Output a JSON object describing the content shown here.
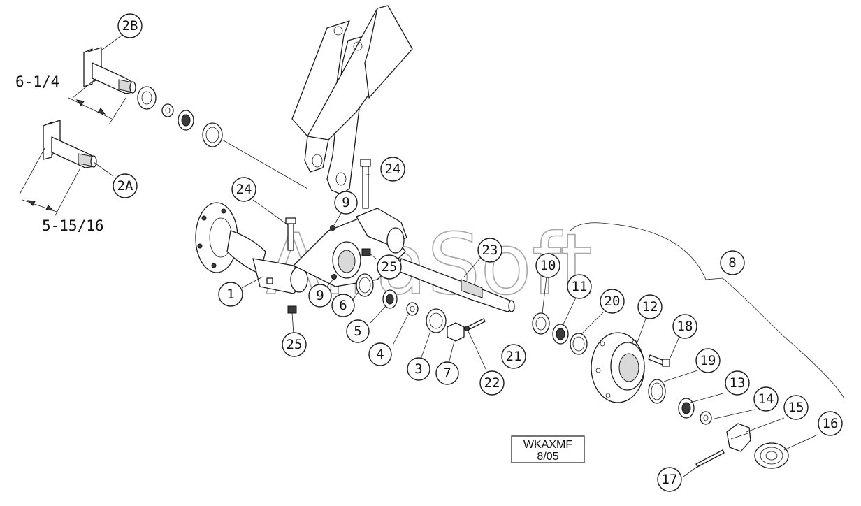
{
  "diagram": {
    "watermark": "AlfaSoft",
    "stamp": {
      "line1": "WKAXMF",
      "line2": "8/05"
    },
    "dimensions": {
      "dim_2b": "6-1/4",
      "dim_2a": "5-15/16"
    },
    "callouts": {
      "c1": "1",
      "c2a": "2A",
      "c2b": "2B",
      "c3": "3",
      "c4": "4",
      "c5": "5",
      "c6": "6",
      "c7": "7",
      "c8": "8",
      "c9a": "9",
      "c9b": "9",
      "c10": "10",
      "c11": "11",
      "c12": "12",
      "c13": "13",
      "c14": "14",
      "c15": "15",
      "c16": "16",
      "c17": "17",
      "c18": "18",
      "c19": "19",
      "c20": "20",
      "c21": "21",
      "c22": "22",
      "c23": "23",
      "c24a": "24",
      "c24b": "24",
      "c25a": "25",
      "c25b": "25"
    }
  }
}
